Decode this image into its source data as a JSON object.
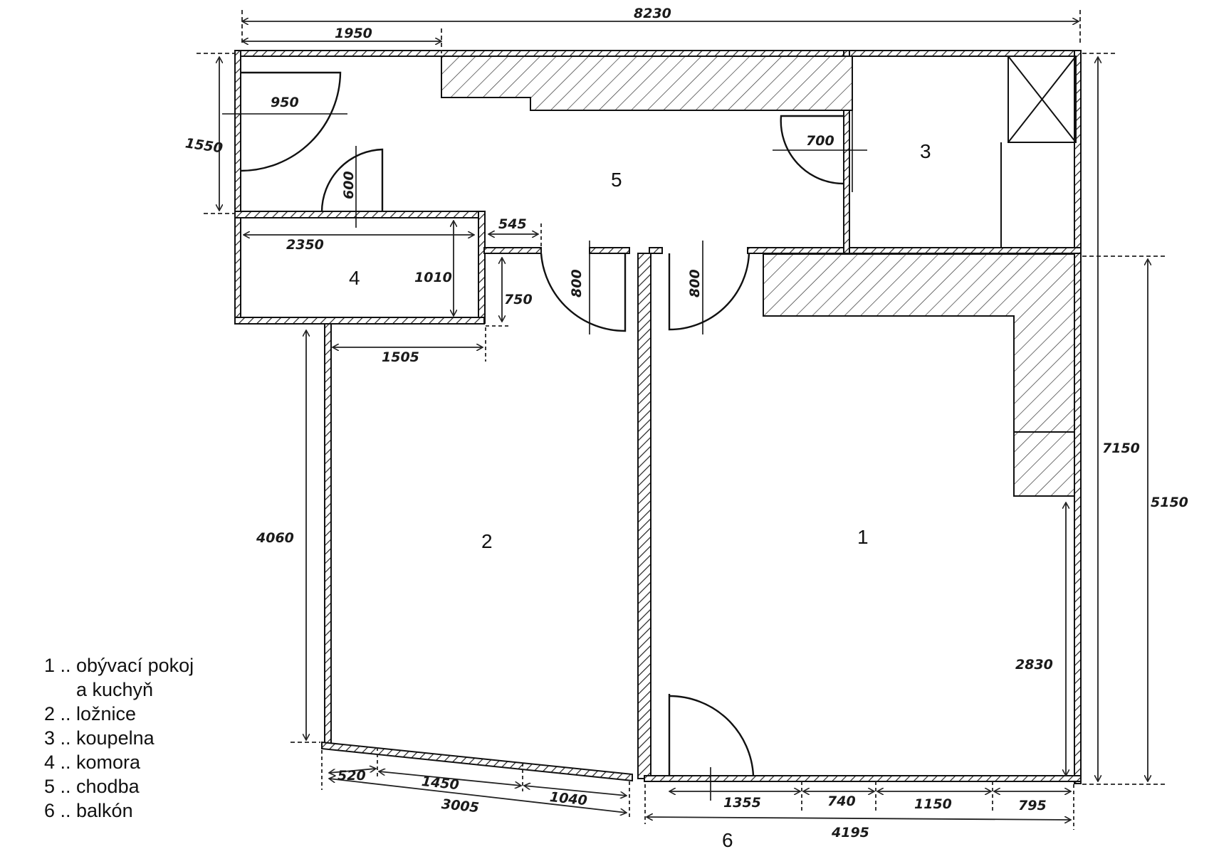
{
  "rooms": {
    "r1": "1",
    "r2": "2",
    "r3": "3",
    "r4": "4",
    "r5": "5",
    "r6": "6"
  },
  "dimensions": {
    "overall_width": "8230",
    "top_left": "1950",
    "left_hall_height": "1550",
    "door_entrance": "950",
    "door_storage": "600",
    "door_bath": "700",
    "storage_width": "2350",
    "storage_depth": "1010",
    "hall_step": "545",
    "hall_step_depth": "750",
    "bedroom_notch": "1505",
    "door_bedroom": "800",
    "door_living": "800",
    "overall_height": "7150",
    "living_depth": "5150",
    "bedroom_depth": "4060",
    "living_wall_seg": "2830",
    "bed_front_1": "520",
    "bed_front_2": "1450",
    "bed_front_3": "1040",
    "bed_front_total": "3005",
    "liv_front_1": "1355",
    "liv_front_2": "740",
    "liv_front_3": "1150",
    "liv_front_4": "795",
    "liv_front_total": "4195"
  },
  "legend": [
    "1 .. obývací pokoj",
    "      a kuchyň",
    "2 .. ložnice",
    "3 .. koupelna",
    "4 .. komora",
    "5 .. chodba",
    "6 .. balkón"
  ]
}
